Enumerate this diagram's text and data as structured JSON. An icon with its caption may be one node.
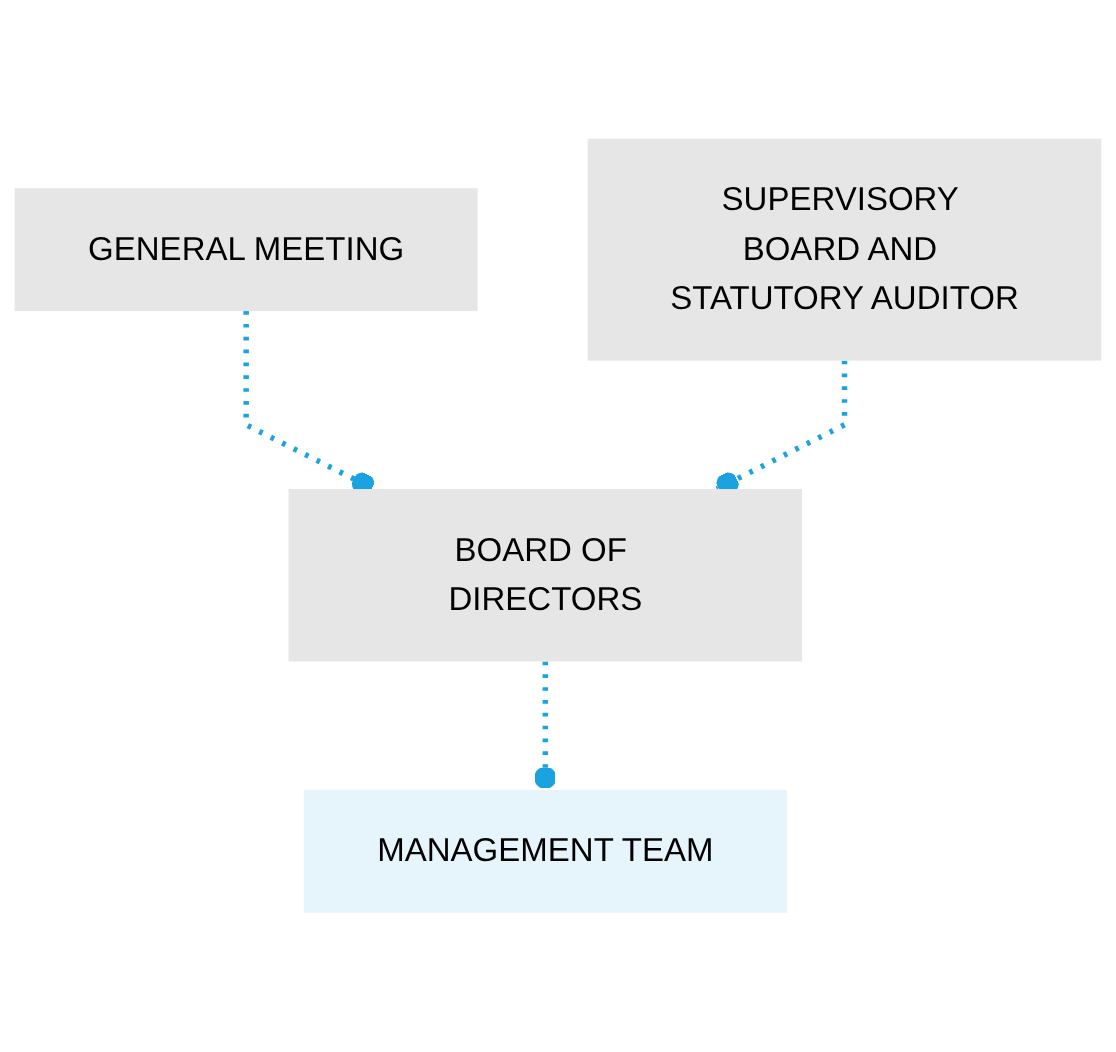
{
  "diagram": {
    "nodes": [
      {
        "text": [
          "GENERAL MEETING"
        ]
      },
      {
        "text": [
          "SUPERVISORY BOARD AND STATUTORY AUDITOR"
        ]
      },
      {
        "text": [
          "BOARD OF DIRECTORS"
        ]
      },
      {
        "text": [
          "MANAGEMENT TEAM"
        ]
      }
    ],
    "edges": [
      {
        "from": 0,
        "to": 2,
        "arrow": "other",
        "style": "dashed"
      },
      {
        "from": 1,
        "to": 2,
        "arrow": "other",
        "style": "dashed"
      },
      {
        "from": 2,
        "to": 3,
        "arrow": "other",
        "style": "dashed"
      }
    ]
  }
}
